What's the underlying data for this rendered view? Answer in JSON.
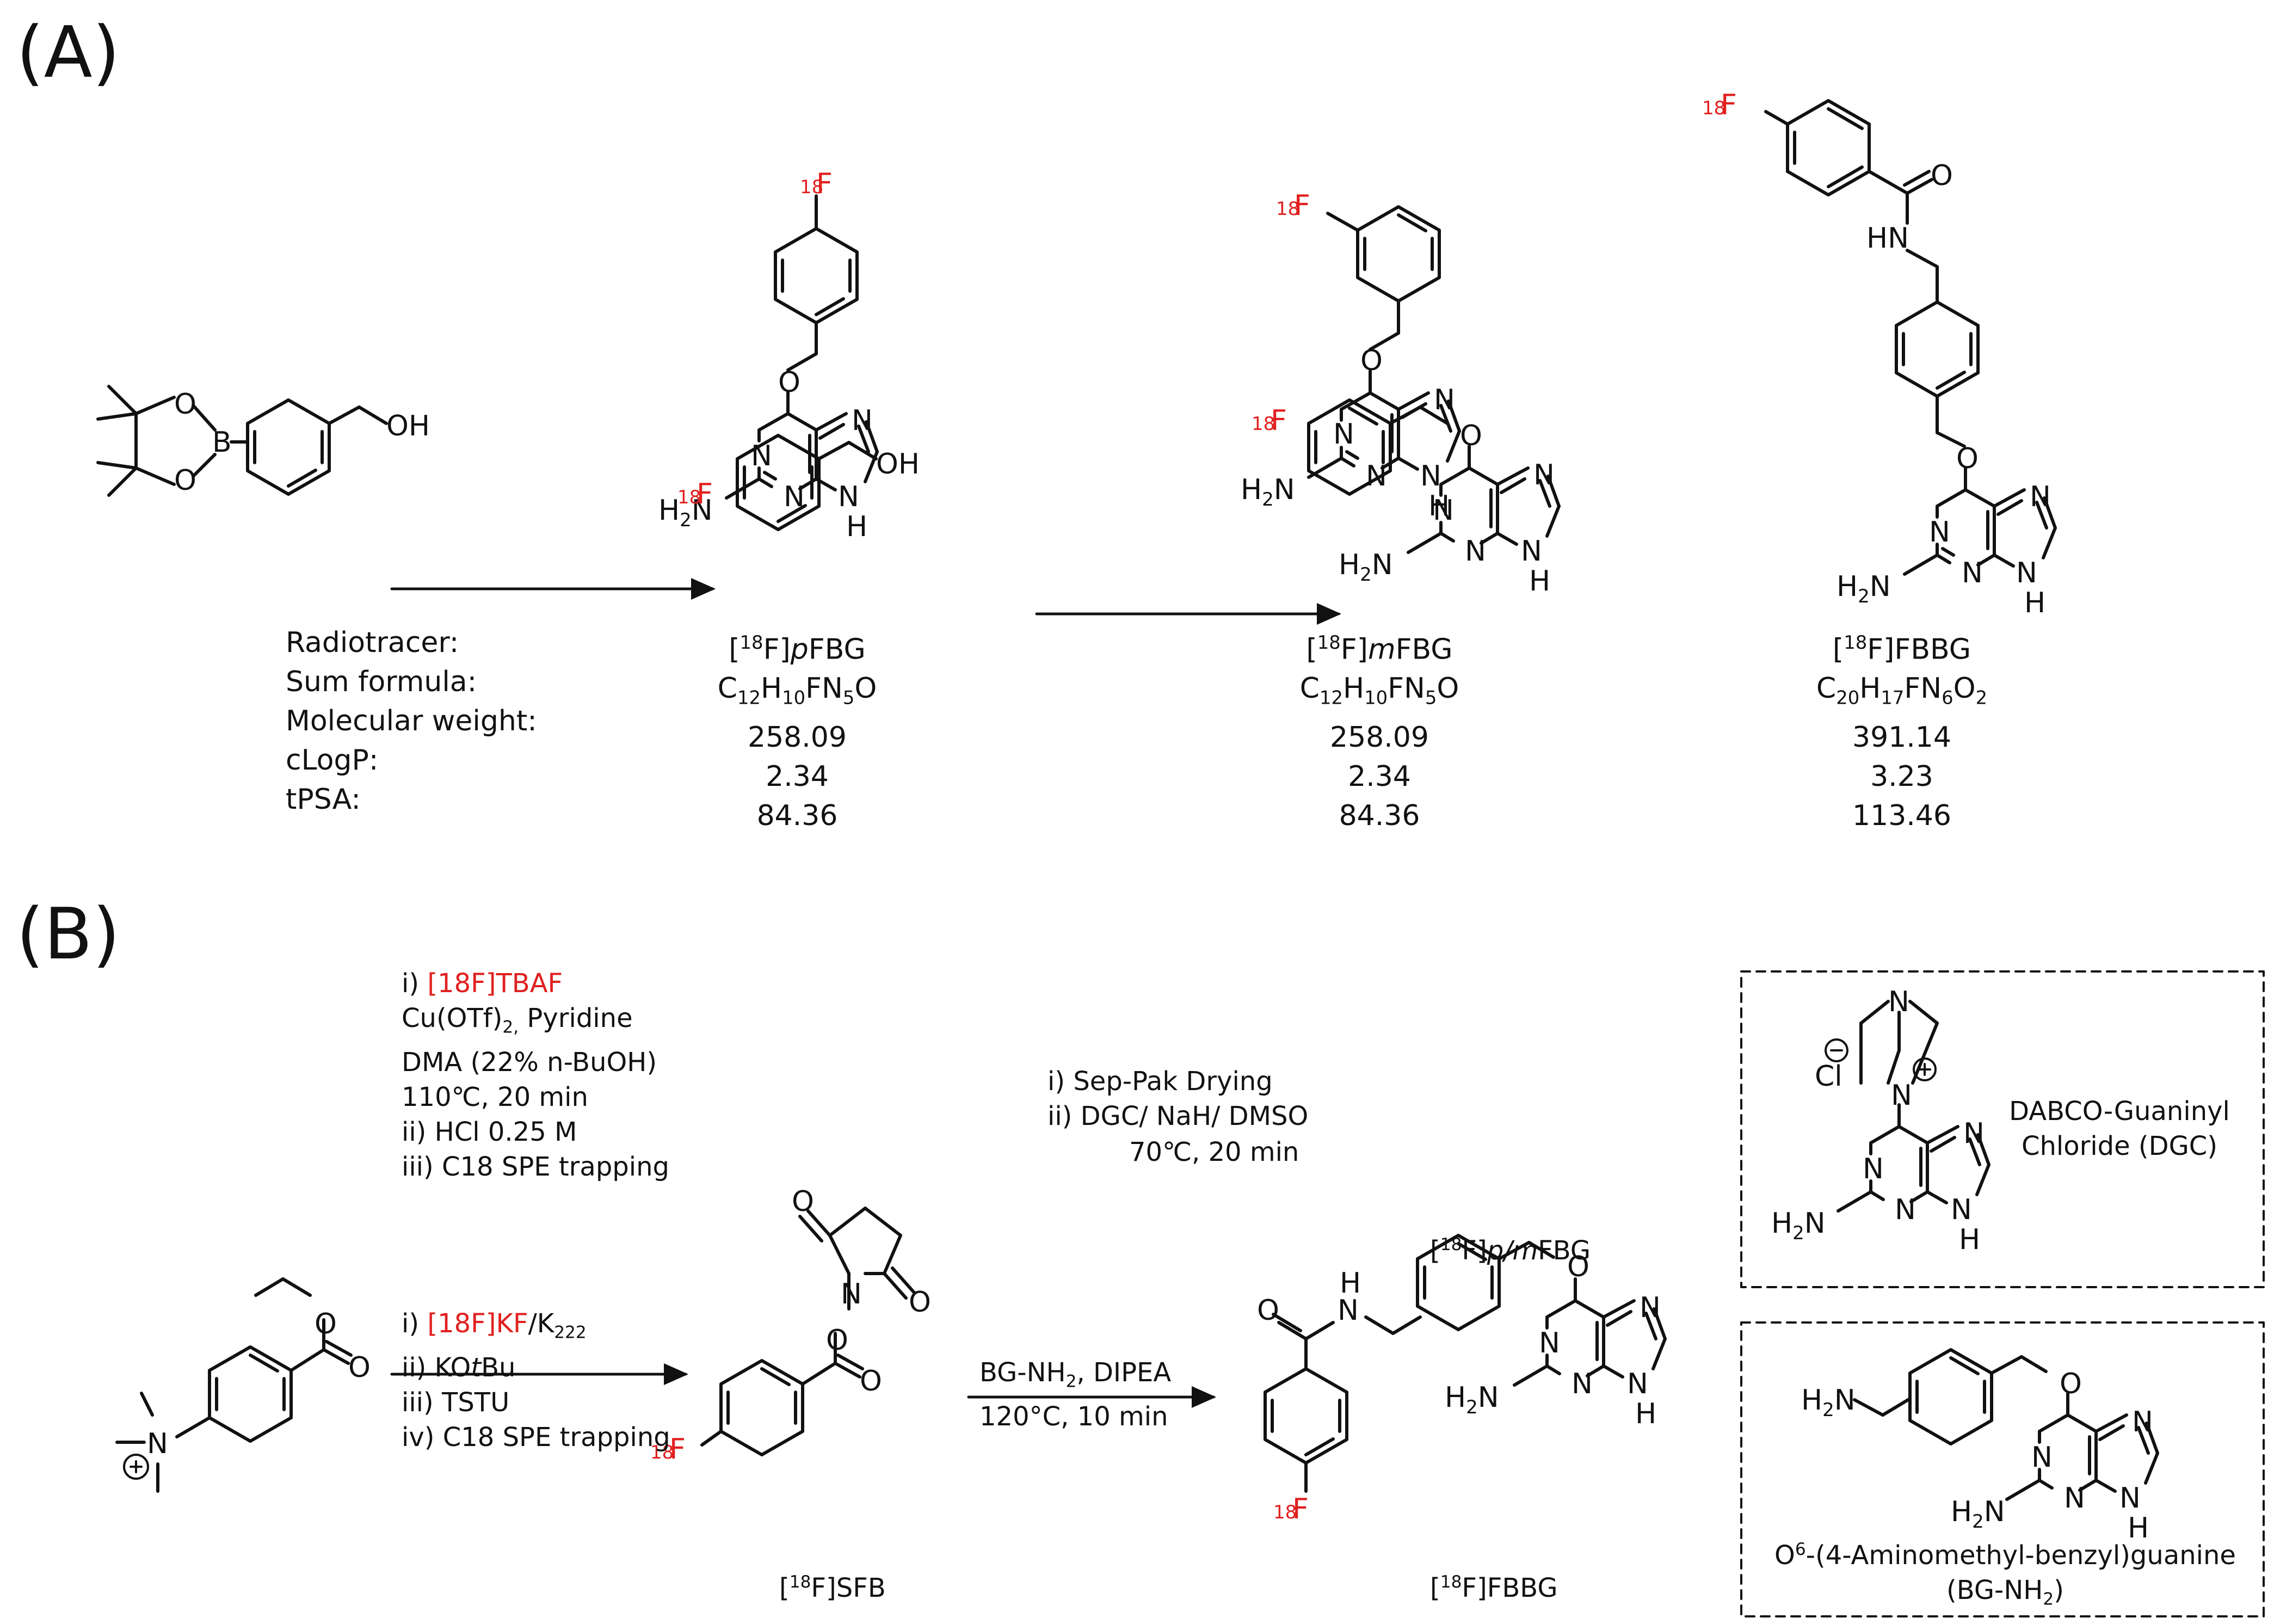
{
  "panels": {
    "a": "(A)",
    "b": "(B)"
  },
  "colors": {
    "fluorine": "#e0201f",
    "ink": "#111111"
  },
  "atoms": {
    "F18": "F",
    "iso": "18",
    "O": "O",
    "N": "N",
    "NH": "NH",
    "H": "H",
    "HN": "HN",
    "OH": "OH",
    "B": "B",
    "Cl": "Cl",
    "H2N": "H",
    "plus": "+",
    "minus": "−"
  },
  "table": {
    "row_labels": [
      "Radiotracer:",
      "Sum formula:",
      "Molecular weight:",
      "cLogP:",
      "tPSA:"
    ],
    "compounds": [
      {
        "name_iso": "18",
        "name_pre": "F]",
        "name_ital": "p",
        "name_post": "FBG",
        "formula": [
          "C",
          "12",
          "H",
          "10",
          "FN",
          "5",
          "O"
        ],
        "mw": "258.09",
        "clogp": "2.34",
        "tpsa": "84.36"
      },
      {
        "name_iso": "18",
        "name_pre": "F]",
        "name_ital": "m",
        "name_post": "FBG",
        "formula": [
          "C",
          "12",
          "H",
          "10",
          "FN",
          "5",
          "O"
        ],
        "mw": "258.09",
        "clogp": "2.34",
        "tpsa": "84.36"
      },
      {
        "name_iso": "18",
        "name_pre": "F]",
        "name_ital": "",
        "name_post": "FBBG",
        "formula": [
          "C",
          "20",
          "H",
          "17",
          "FN",
          "6",
          "O",
          "2"
        ],
        "mw": "391.14",
        "clogp": "3.23",
        "tpsa": "113.46"
      }
    ]
  },
  "scheme1": {
    "step1": {
      "l1_pre": "i) ",
      "l1_red": "[18F]TBAF",
      "l2": "Cu(OTf)",
      "l2_sub": "2,",
      "l2_post": " Pyridine",
      "l3": "DMA (22% n-BuOH)",
      "l4": "110℃,  20 min",
      "l5": "ii) HCl 0.25 M",
      "l6": "iii) C18 SPE trapping"
    },
    "step2": {
      "l1": "i) Sep-Pak Drying",
      "l2": "ii) DGC/ NaH/ DMSO",
      "l3": "70℃,  20 min"
    },
    "product_pre": "[",
    "product_iso": "18",
    "product_post": "F]",
    "product_ital": "p/m",
    "product_end": "FBG"
  },
  "scheme2": {
    "step1": {
      "l1_pre": "i) ",
      "l1_red": "[18F]KF",
      "l1_post": "/K",
      "l1_sub": "222",
      "l2_pre": "ii) KO",
      "l2_ital": "t",
      "l2_post": "Bu",
      "l3": "iii) TSTU",
      "l4": "iv) C18 SPE trapping"
    },
    "step2": {
      "l1": "BG-NH",
      "l1_sub": "2",
      "l1_post": ", DIPEA",
      "l2": "120°C, 10 min"
    },
    "sfb_pre": "[",
    "sfb_iso": "18",
    "sfb_post": "F]SFB",
    "fbbg_pre": "[",
    "fbbg_iso": "18",
    "fbbg_post": "F]FBBG"
  },
  "box1": {
    "l1": "DABCO-Guaninyl",
    "l2": "Chloride (DGC)"
  },
  "box2": {
    "l1_pre": "O",
    "l1_sup": "6",
    "l1_post": "-(4-Aminomethyl-benzyl)guanine",
    "l2_pre": "(BG-NH",
    "l2_sub": "2",
    "l2_post": ")"
  }
}
